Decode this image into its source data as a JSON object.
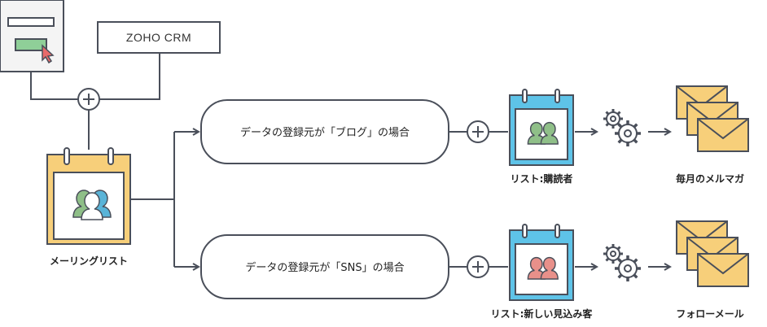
{
  "crm_box": {
    "label": "ZOHO CRM"
  },
  "mailing_list": {
    "label": "メーリングリスト"
  },
  "conditions": [
    {
      "text": "データの登録元が「ブログ」の場合"
    },
    {
      "text": "データの登録元が「SNS」の場合"
    }
  ],
  "lists": [
    {
      "label": "リスト:購読者",
      "people_color": "#8fbf88",
      "header_color": "#5ec3e8"
    },
    {
      "label": "リスト:新しい見込み客",
      "people_color": "#e8908a",
      "header_color": "#5ec3e8"
    }
  ],
  "emails": [
    {
      "label": "毎月のメルマガ"
    },
    {
      "label": "フォローメール"
    }
  ],
  "colors": {
    "line": "#4a4f5a",
    "envelope": "#f7cf7a",
    "mailing_header": "#f7cf7a",
    "form_button": "#8fcf98",
    "cursor": "#e86a6a",
    "people_green": "#8fbf88",
    "people_blue": "#5ab4d8"
  }
}
